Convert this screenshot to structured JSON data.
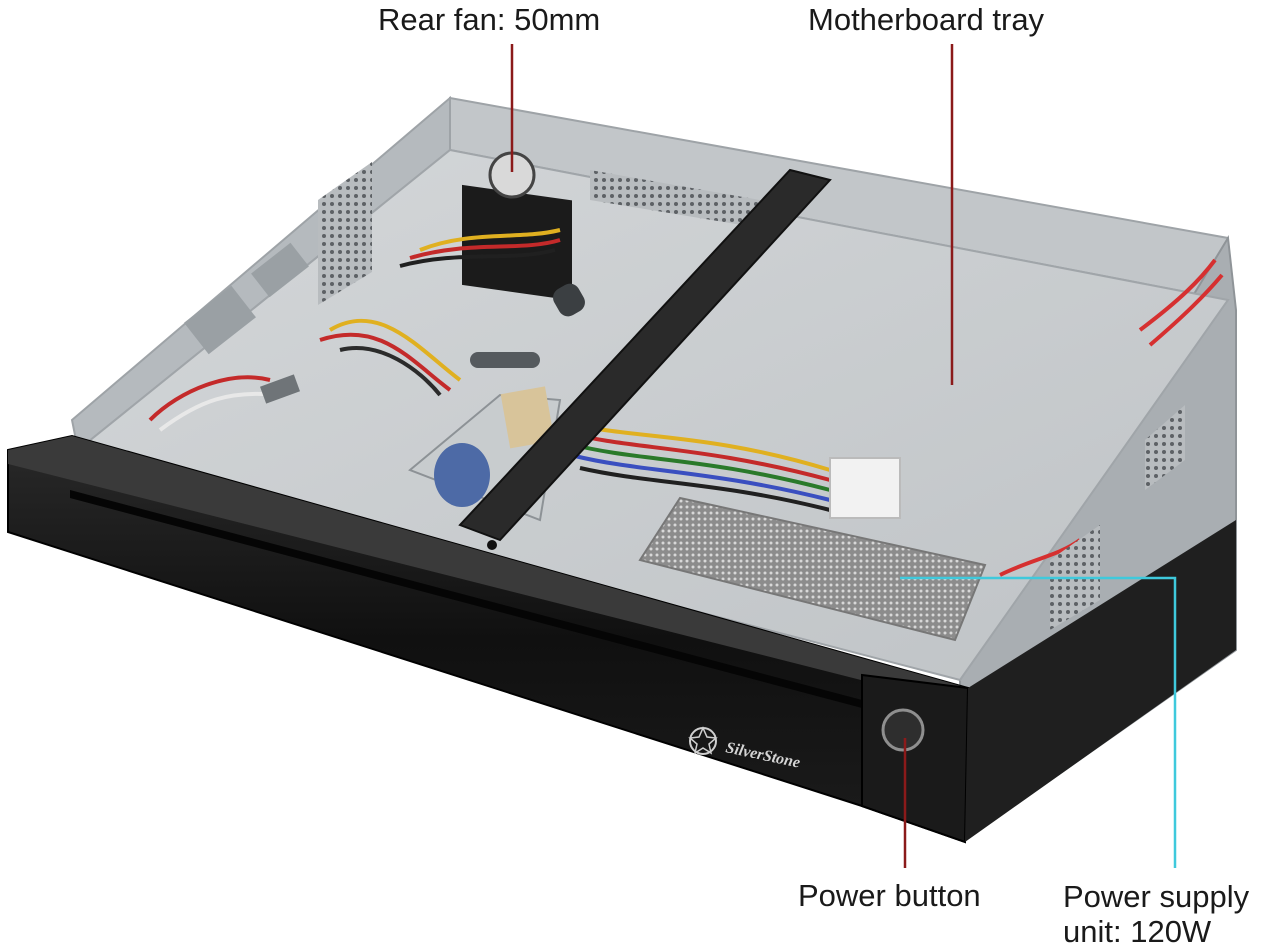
{
  "callouts": {
    "rear_fan": "Rear fan: 50mm",
    "motherboard_tray": "Motherboard tray",
    "power_button": "Power button",
    "psu_line1": "Power supply",
    "psu_line2": "unit: 120W"
  },
  "brand": {
    "logo_text": "SilverStone"
  },
  "colors": {
    "leader_red": "#8b1a1a",
    "leader_cyan": "#3fc9dc",
    "chassis_black": "#141414",
    "tray_grey": "#c9ccce"
  }
}
